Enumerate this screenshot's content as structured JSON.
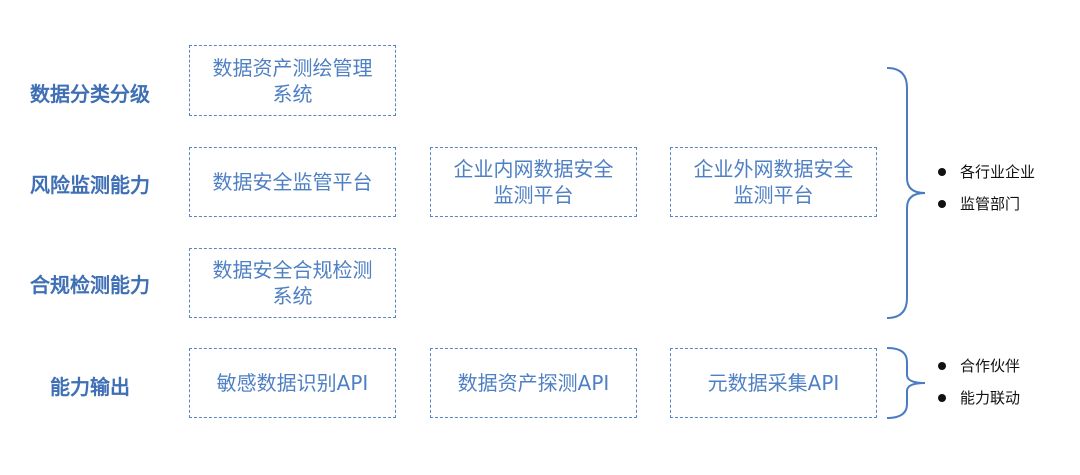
{
  "rows": [
    {
      "label": "数据分类分级",
      "boxes": [
        [
          "数据资产测绘管理",
          "系统"
        ]
      ]
    },
    {
      "label": "风险监测能力",
      "boxes": [
        [
          "数据安全监管平台"
        ],
        [
          "企业内网数据安全",
          "监测平台"
        ],
        [
          "企业外网数据安全",
          "监测平台"
        ]
      ]
    },
    {
      "label": "合规检测能力",
      "boxes": [
        [
          "数据安全合规检测",
          "系统"
        ]
      ]
    },
    {
      "label": "能力输出",
      "boxes": [
        [
          "敏感数据识别API"
        ],
        [
          "数据资产探测API"
        ],
        [
          "元数据采集API"
        ]
      ]
    }
  ],
  "audiences": {
    "platform": [
      "各行业企业",
      "监管部门"
    ],
    "api": [
      "合作伙伴",
      "能力联动"
    ]
  },
  "colors": {
    "label": "#3f6fb5",
    "border": "#5a86c7",
    "box_text": "#4f80c4",
    "brace": "#4a7cc4",
    "bullet_text": "#111111"
  }
}
